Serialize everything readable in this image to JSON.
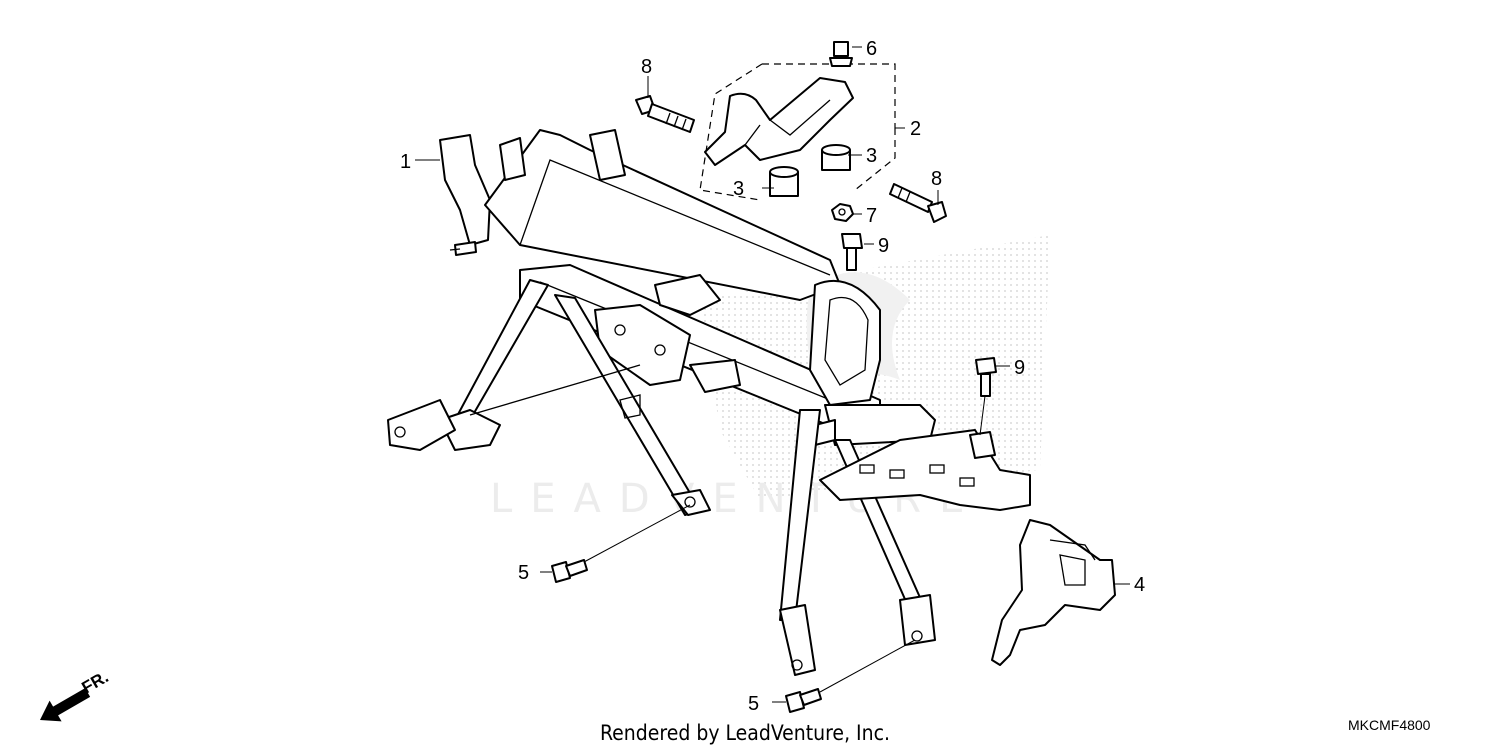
{
  "diagram": {
    "callouts": {
      "c1": "1",
      "c2": "2",
      "c3a": "3",
      "c3b": "3",
      "c4": "4",
      "c5a": "5",
      "c5b": "5",
      "c6": "6",
      "c7": "7",
      "c8a": "8",
      "c8b": "8",
      "c9a": "9",
      "c9b": "9"
    },
    "watermark": "LEADVENTURE",
    "footer_text": "Rendered by LeadVenture, Inc.",
    "diagram_code": "MKCMF4800",
    "direction_label": "FR.",
    "colors": {
      "ink": "#000000",
      "watermark": "#e6e6e6",
      "background": "#ffffff"
    }
  }
}
